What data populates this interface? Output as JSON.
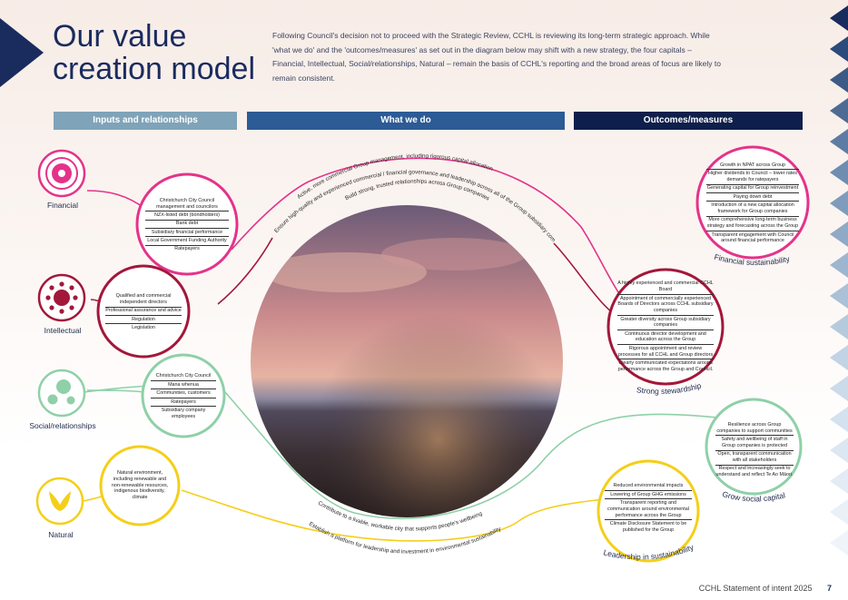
{
  "page": {
    "title_line1": "Our value",
    "title_line2": "creation model",
    "intro": "Following Council's decision not to proceed with the Strategic Review, CCHL is reviewing its long-term strategic approach.  While 'what we do' and the 'outcomes/measures' as set out in the diagram below may shift with a new strategy, the four capitals – Financial, Intellectual, Social/relationships, Natural – remain the basis of CCHL's reporting and the broad areas of focus are likely to remain consistent.",
    "footer_text": "CCHL Statement of intent 2025",
    "page_number": "7"
  },
  "columns": {
    "inputs": "Inputs and relationships",
    "what": "What we do",
    "outcomes": "Outcomes/measures"
  },
  "capitals": {
    "financial": "Financial",
    "intellectual": "Intellectual",
    "social": "Social/relationships",
    "natural": "Natural"
  },
  "inputs": {
    "financial": [
      "Christchurch City Council management and councilors",
      "NZX-listed debt (bondholders)",
      "Bank debt",
      "Subsidiary financial performance",
      "Local Government Funding Authority",
      "Ratepayers"
    ],
    "intellectual": [
      "Qualified and commercial independent directors",
      "Professional assurance and advice",
      "Regulation",
      "Legislation"
    ],
    "social": [
      "Christchurch City Council",
      "Mana whenua",
      "Communities, customers",
      "Ratepayers",
      "Subsidiary company employees"
    ],
    "natural": [
      "Natural environment, including renewable and non-renewable resources, indigenous biodiversity, climate"
    ]
  },
  "arcs": {
    "a1": "Active, more commercial Group management, including rigorous capital allocation",
    "a2": "Ensure high-quality and experienced commercial / financial governance and leadership across all of the Group subsidiary companies",
    "a3": "Build strong, trusted relationships across Group companies",
    "a4": "Contribute to a livable, workable city that supports people's wellbeing",
    "a5": "Establish a platform for leadership and investment in environmental sustainability"
  },
  "outcomes": {
    "financial": {
      "label": "Financial sustainability",
      "items": [
        "Growth in NPAT across Group",
        "Higher dividends to Council – lower rates demands for ratepayers",
        "Generating capital for Group reinvestment",
        "Paying down debt",
        "Introduction of a new capital allocation framework for Group companies",
        "More comprehensive long-term business strategy and forecasting across the Group",
        "Transparent engagement with Council around financial performance"
      ]
    },
    "stewardship": {
      "label": "Strong stewardship",
      "items": [
        "A highly experienced and commercial CCHL Board",
        "Appointment of commercially experienced Boards of Directors across CCHL subsidiary companies",
        "Greater diversity across Group subsidiary companies",
        "Continuous director development and education across the Group",
        "Rigorous appointment and review processes for all CCHL and Group directors",
        "Clearly communicated expectations around performance across the Group and Council."
      ]
    },
    "social": {
      "label": "Grow social capital",
      "items": [
        "Resilience across Group companies to support communities",
        "Safety and wellbeing of staff in Group companies is protected",
        "Open, transparent communication with all stakeholders",
        "Respect and increasingly seek to understand and reflect Te Ao Māori."
      ]
    },
    "sustain": {
      "label": "Leadership in sustainability",
      "items": [
        "Reduced environmental impacts",
        "Lowering of Group GHG emissions",
        "Transparent reporting and communication around environmental performance across the Group",
        "Climate Disclosure Statement to be published for the Group"
      ]
    }
  },
  "colors": {
    "navy": "#1a2b5e",
    "steel": "#7fa3b8",
    "blue": "#2c5b95",
    "pink": "#e4338a",
    "crimson": "#a3173a",
    "green": "#8fd0a8",
    "yellow": "#f4cf1a"
  }
}
